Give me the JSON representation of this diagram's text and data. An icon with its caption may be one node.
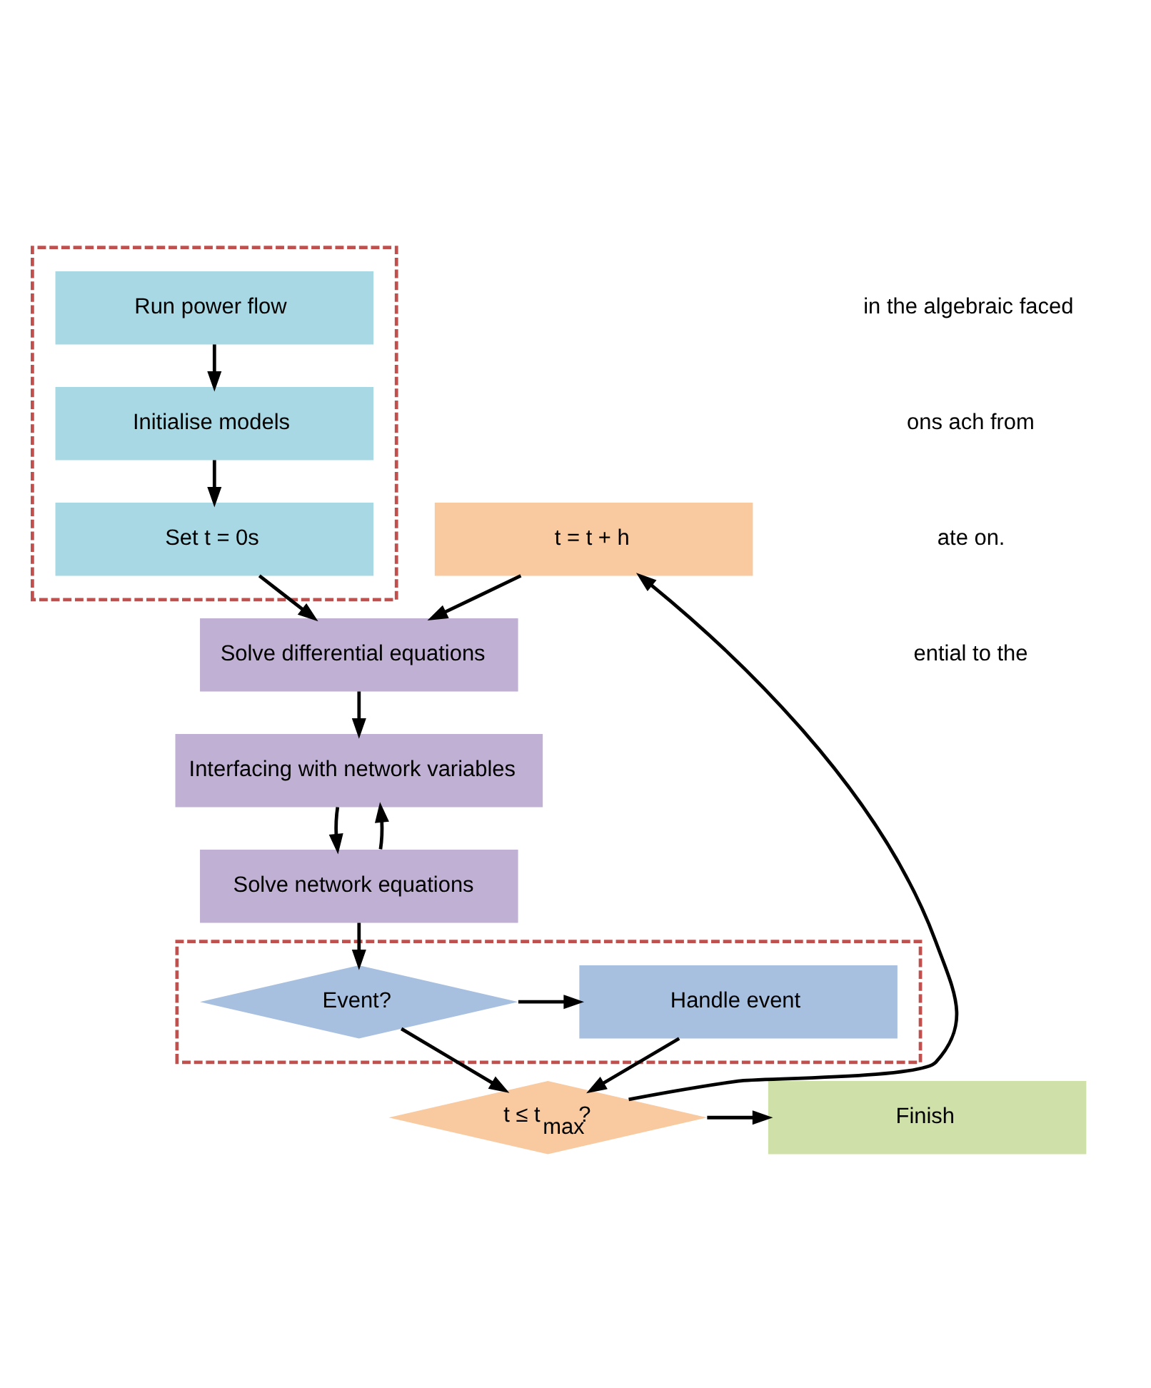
{
  "diagram": {
    "nodes": [
      {
        "text": [],
        "shape": "box"
      },
      {
        "text": [
          "Run power flow"
        ],
        "in": 0
      },
      {
        "text": [
          "Initialise models"
        ],
        "in": 0
      },
      {
        "text": [
          "Set t = 0s"
        ],
        "in": 0
      },
      {
        "text": [
          "t = t + h"
        ]
      },
      {
        "text": [
          "Solve differential equations"
        ]
      },
      {
        "text": [
          "Interfacing with network variables"
        ]
      },
      {
        "text": [
          "Solve network equations"
        ]
      },
      {
        "text": [],
        "shape": "box"
      },
      {
        "text": [
          "Handle event"
        ],
        "in": 8
      },
      {
        "text": [
          "Event?"
        ],
        "in": 8
      },
      {
        "text": [
          "Finish"
        ]
      },
      {
        "text": [
          "t ≤ t$_{max}$?"
        ]
      }
    ],
    "edges": [
      {
        "from": 1,
        "to": 2,
        "arrow": "to"
      },
      {
        "from": 2,
        "to": 3,
        "arrow": "to"
      },
      {
        "from": 3,
        "to": 5,
        "arrow": "to"
      },
      {
        "from": 4,
        "to": 5,
        "arrow": "to"
      },
      {
        "from": 5,
        "to": 6,
        "arrow": "to"
      },
      {
        "from": 6,
        "to": 7,
        "arrow": "to"
      },
      {
        "from": 7,
        "to": 6,
        "arrow": "to"
      },
      {
        "from": 7,
        "to": 10,
        "arrow": "to"
      },
      {
        "from": 10,
        "to": 9,
        "arrow": "to"
      },
      {
        "from": 9,
        "to": 12,
        "arrow": "to"
      },
      {
        "from": 10,
        "to": 12,
        "arrow": "to"
      },
      {
        "from": 12,
        "to": 11,
        "arrow": "to"
      },
      {
        "from": 12,
        "to": 4,
        "arrow": "to"
      }
    ],
    "labels": [
      "in the algebraic faced",
      "ons ach from",
      "ate on.",
      "ential to the"
    ]
  }
}
